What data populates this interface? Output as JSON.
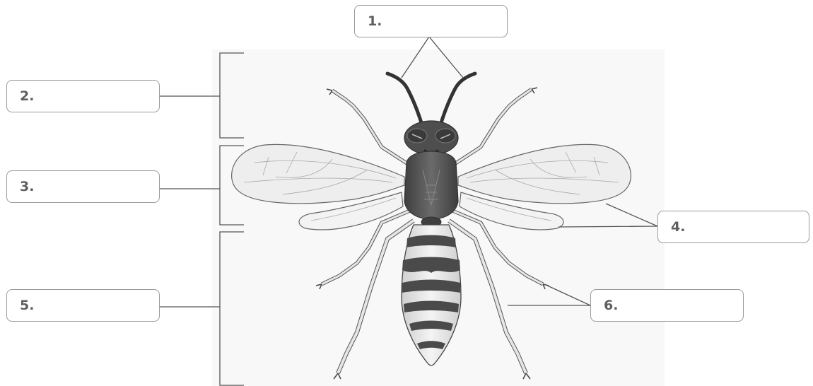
{
  "diagram": {
    "subject": "wasp",
    "labels": [
      {
        "id": "1",
        "text": "1."
      },
      {
        "id": "2",
        "text": "2."
      },
      {
        "id": "3",
        "text": "3."
      },
      {
        "id": "4",
        "text": "4."
      },
      {
        "id": "5",
        "text": "5."
      },
      {
        "id": "6",
        "text": "6."
      }
    ]
  },
  "colors": {
    "box_border": "#9a9a9a",
    "label_text": "#5f5f5f",
    "leader_line": "#555555",
    "body_dark": "#4a4a4a",
    "body_light": "#e8e8e8",
    "wing_fill": "#f0f0f0"
  }
}
